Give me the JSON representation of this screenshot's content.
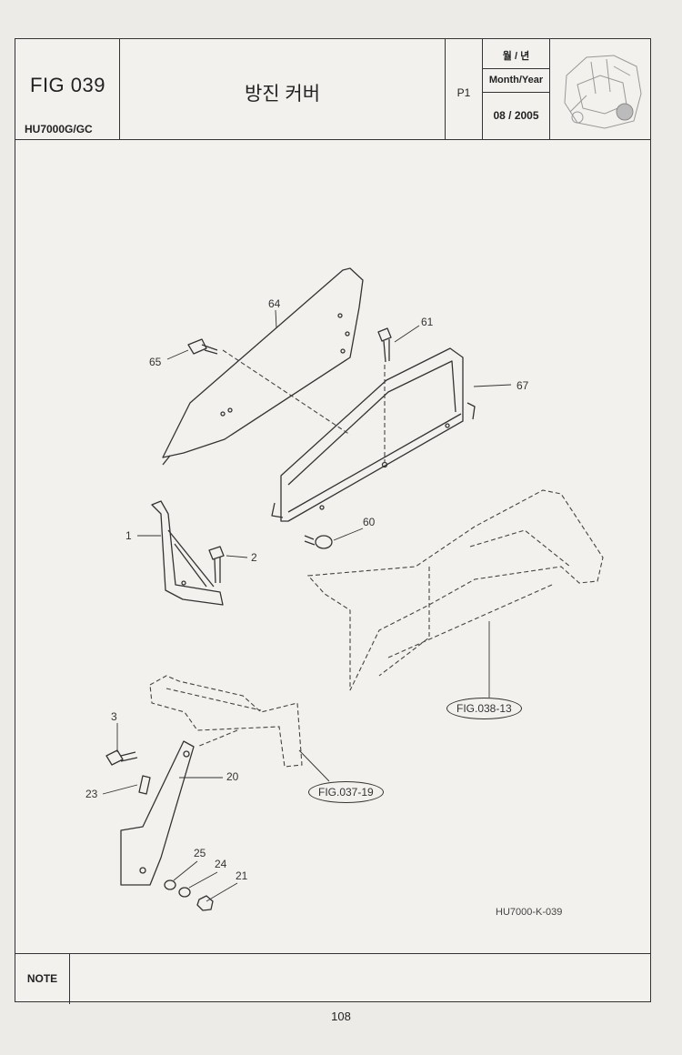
{
  "header": {
    "fig": "FIG 039",
    "model": "HU7000G/GC",
    "title": "방진 커버",
    "page": "P1",
    "date_label_kr": "월 / 년",
    "date_label_en": "Month/Year",
    "date": "08 / 2005"
  },
  "callouts": [
    "64",
    "61",
    "65",
    "67",
    "1",
    "2",
    "60",
    "3",
    "20",
    "23",
    "25",
    "24",
    "21"
  ],
  "references": [
    "FIG.038-13",
    "FIG.037-19"
  ],
  "drawing_code": "HU7000-K-039",
  "note": {
    "label": "NOTE"
  },
  "footer": {
    "page_number": "108"
  }
}
